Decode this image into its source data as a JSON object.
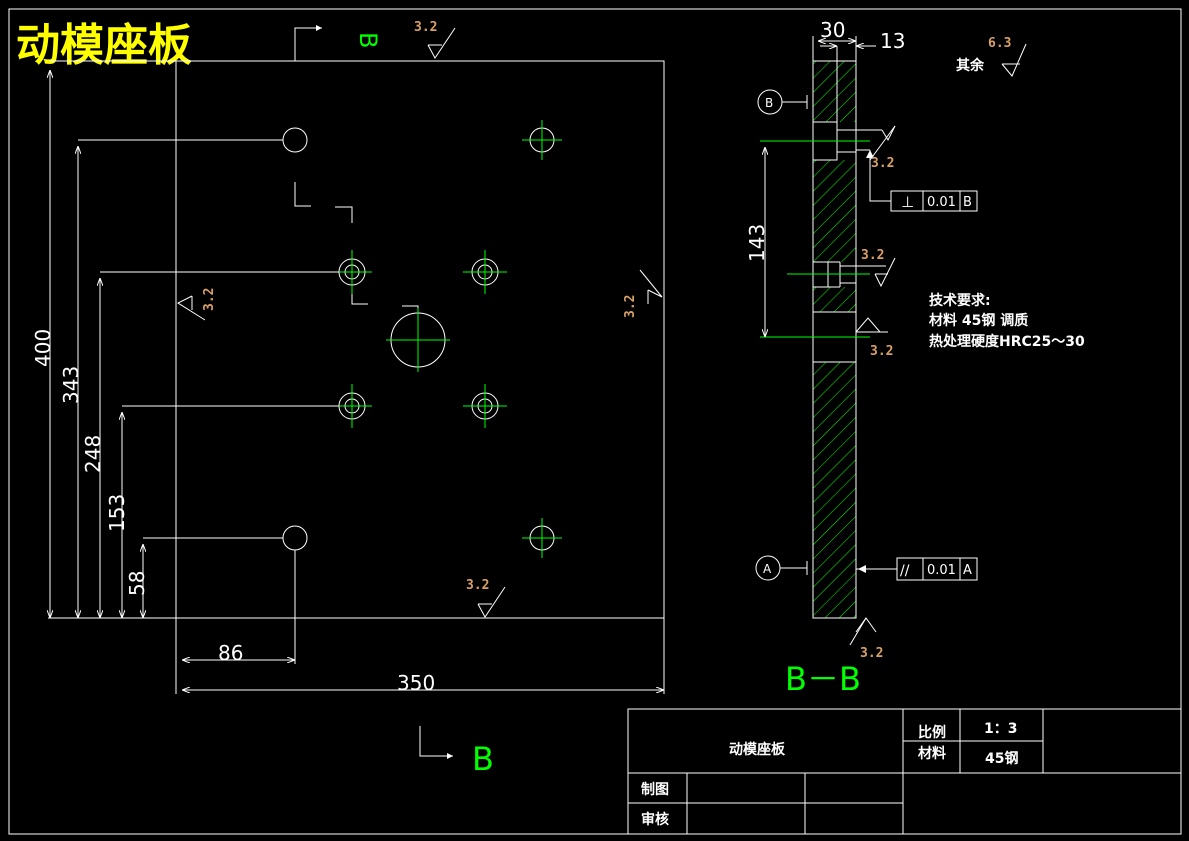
{
  "title": "动模座板",
  "section_label_top": "B",
  "section_label_bottom": "B",
  "section_view_label": "B－B",
  "dims": {
    "width": "350",
    "height": "400",
    "h343": "343",
    "h248": "248",
    "h153": "153",
    "h58": "58",
    "x86": "86",
    "thick30": "30",
    "off13": "13",
    "v143": "143"
  },
  "roughness": {
    "top": "3.2",
    "left": "3.2",
    "right": "3.2",
    "bottom": "3.2",
    "sec1": "3.2",
    "sec2": "3.2",
    "sec3": "3.2",
    "sec4": "3.2",
    "rest_value": "6.3",
    "rest_label": "其余"
  },
  "datums": {
    "b": "B",
    "a": "A"
  },
  "tolerances": {
    "perp_symbol": "⊥",
    "perp_value": "0.01",
    "perp_datum": "B",
    "par_symbol": "//",
    "par_value": "0.01",
    "par_datum": "A"
  },
  "tech_requirements": {
    "heading": "技术要求:",
    "line1": "材料 45钢 调质",
    "line2": "热处理硬度HRC25～30"
  },
  "title_block": {
    "part_name": "动模座板",
    "scale_label": "比例",
    "scale_value": "1：3",
    "material_label": "材料",
    "material_value": "45钢",
    "drawn_label": "制图",
    "checked_label": "审核"
  },
  "colors": {
    "background": "#000000",
    "outline": "#ffffff",
    "centerlines": "#00ff00",
    "roughness_text": "#d9a066",
    "title": "#ffff00"
  }
}
